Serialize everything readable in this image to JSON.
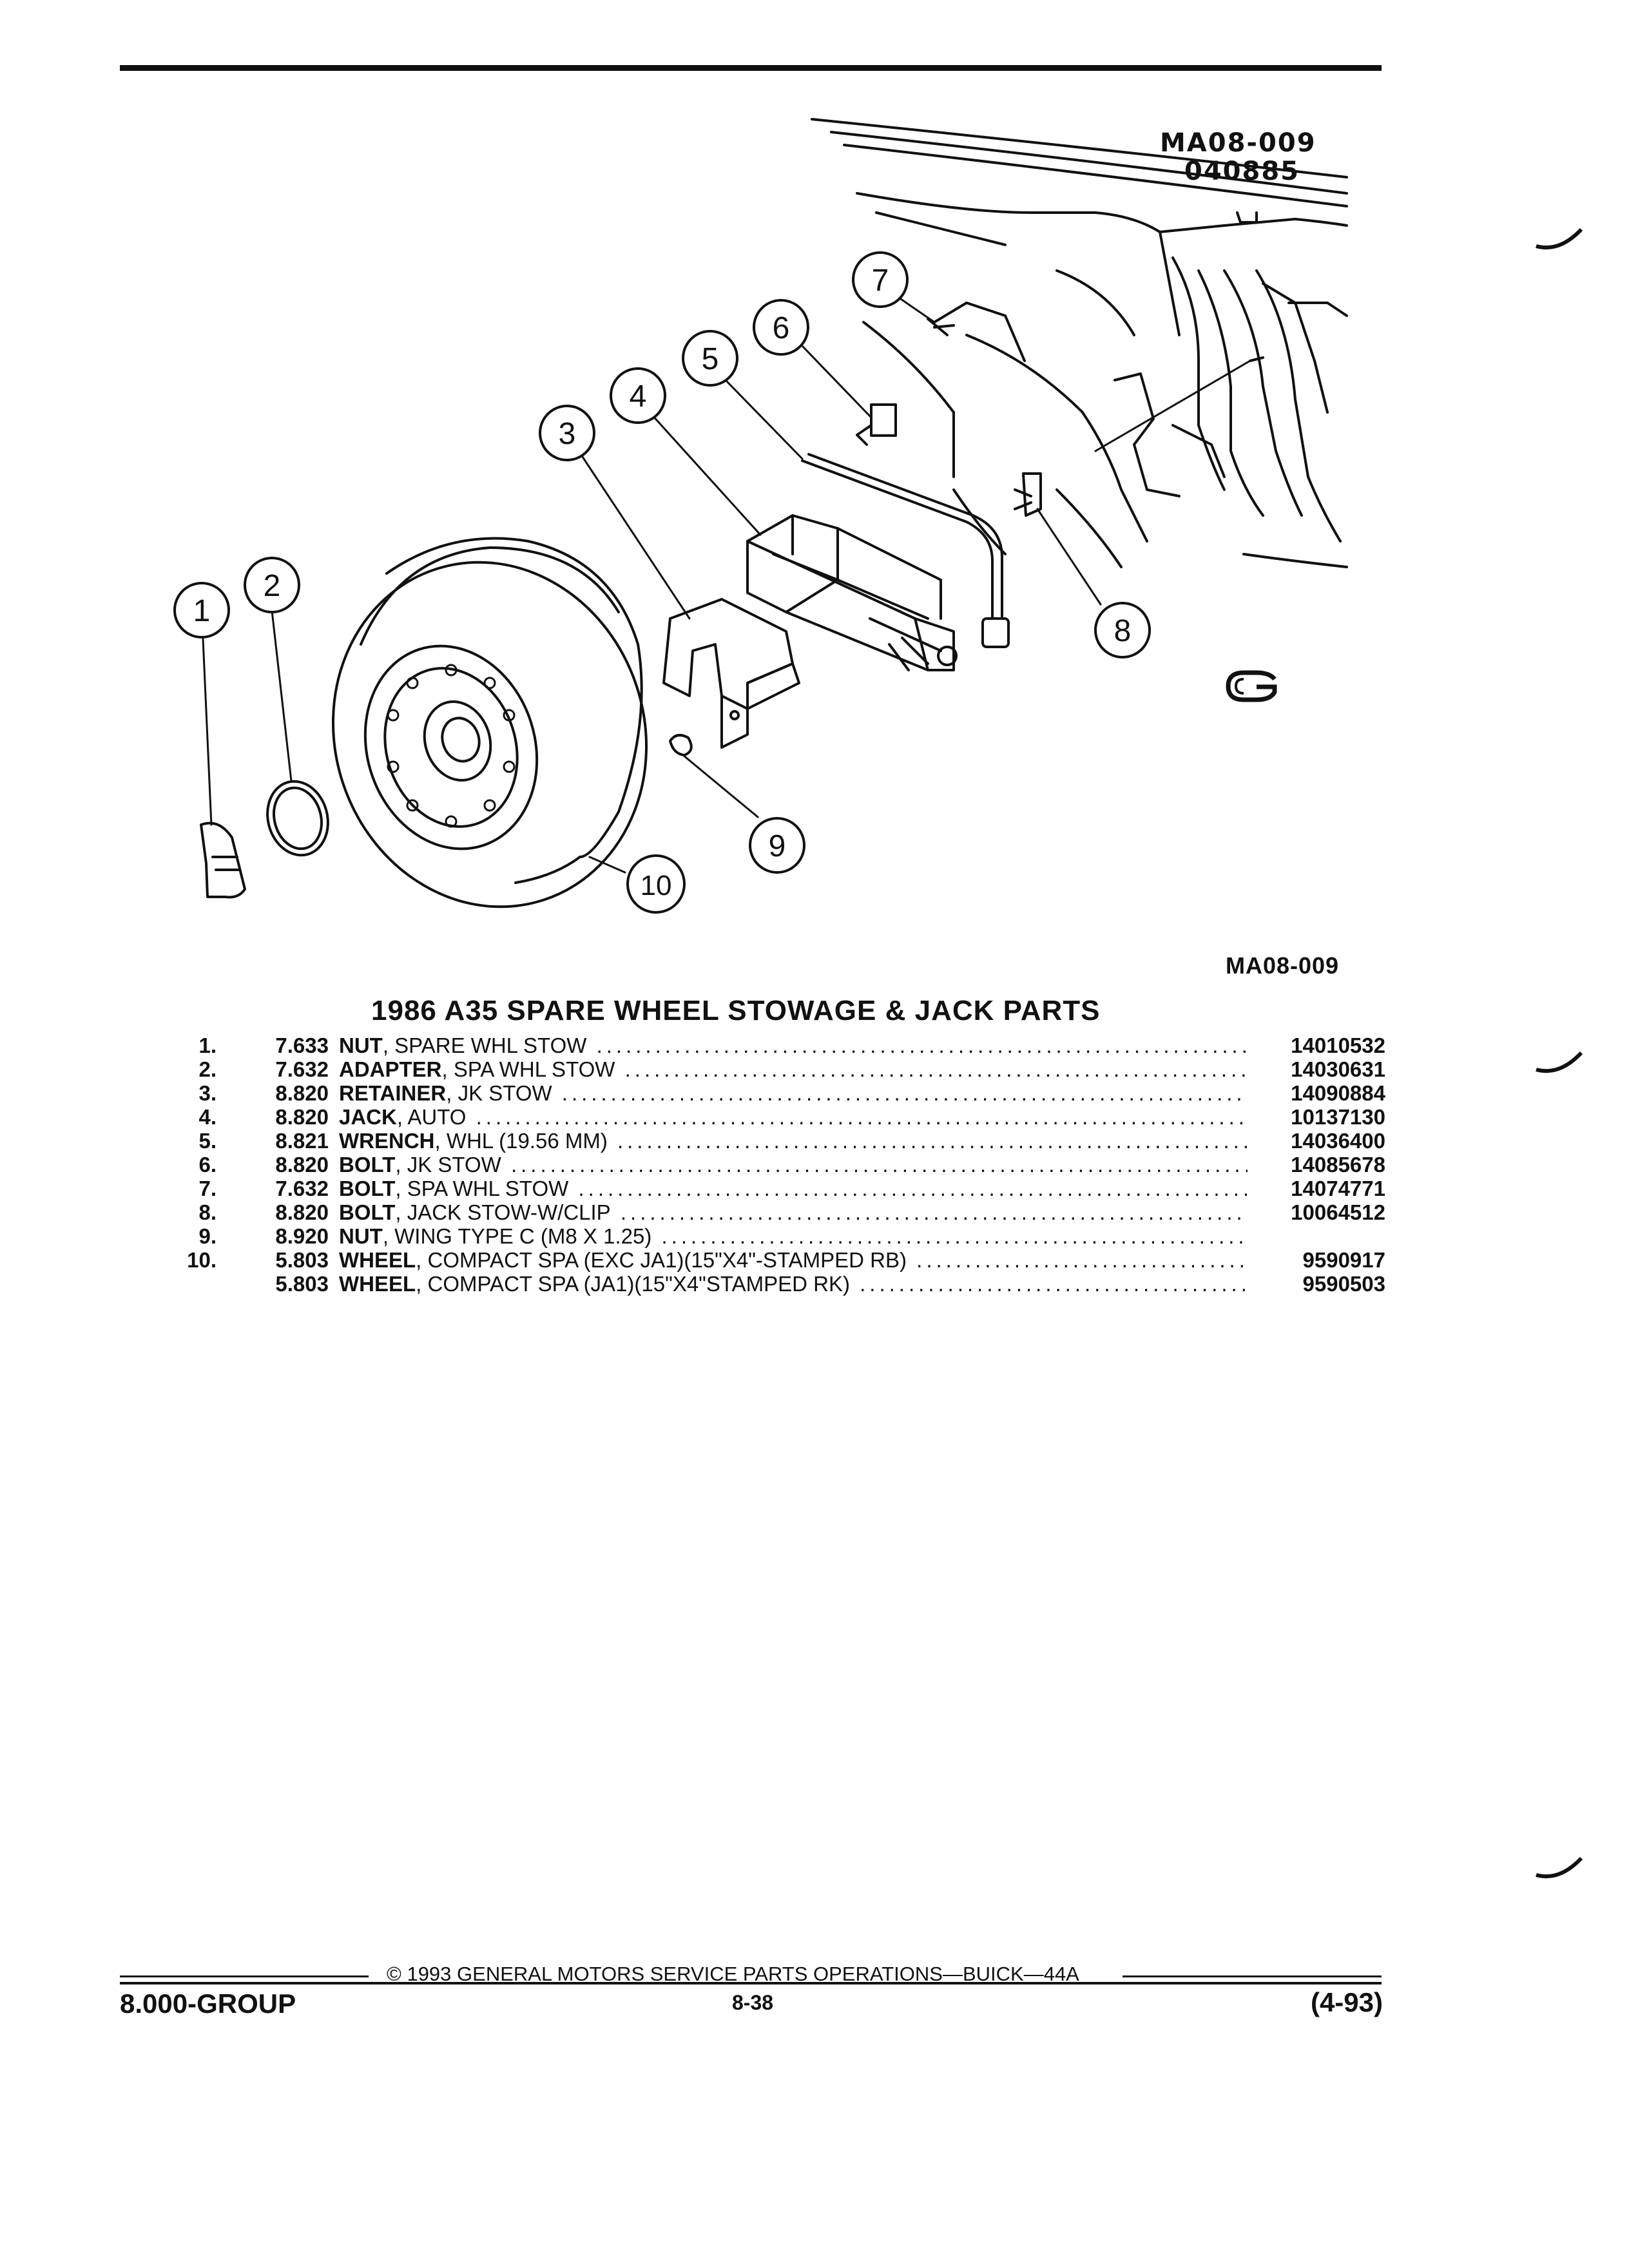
{
  "figure": {
    "ref_top_line1": "MA08-009",
    "ref_top_line2": "040885",
    "ref_bottom": "MA08-009",
    "callouts": [
      "1",
      "2",
      "3",
      "4",
      "5",
      "6",
      "7",
      "8",
      "9",
      "10"
    ]
  },
  "title": "1986 A35 SPARE WHEEL STOWAGE & JACK PARTS",
  "parts": [
    {
      "num": "1.",
      "group": "7.633",
      "name": "NUT",
      "desc": ", SPARE WHL STOW",
      "part_no": "14010532"
    },
    {
      "num": "2.",
      "group": "7.632",
      "name": "ADAPTER",
      "desc": ", SPA WHL STOW",
      "part_no": "14030631"
    },
    {
      "num": "3.",
      "group": "8.820",
      "name": "RETAINER",
      "desc": ", JK STOW",
      "part_no": "14090884"
    },
    {
      "num": "4.",
      "group": "8.820",
      "name": "JACK",
      "desc": ", AUTO",
      "part_no": "10137130"
    },
    {
      "num": "5.",
      "group": "8.821",
      "name": "WRENCH",
      "desc": ", WHL (19.56 MM)",
      "part_no": "14036400"
    },
    {
      "num": "6.",
      "group": "8.820",
      "name": "BOLT",
      "desc": ", JK STOW",
      "part_no": "14085678"
    },
    {
      "num": "7.",
      "group": "7.632",
      "name": "BOLT",
      "desc": ", SPA WHL STOW",
      "part_no": "14074771"
    },
    {
      "num": "8.",
      "group": "8.820",
      "name": "BOLT",
      "desc": ", JACK STOW-W/CLIP",
      "part_no": "10064512"
    },
    {
      "num": "9.",
      "group": "8.920",
      "name": "NUT",
      "desc": ", WING TYPE C (M8 X 1.25)",
      "part_no": ""
    },
    {
      "num": "10.",
      "group": "5.803",
      "name": "WHEEL",
      "desc": ", COMPACT SPA (EXC JA1)(15\"X4\"-STAMPED RB)",
      "part_no": "9590917"
    },
    {
      "num": "",
      "group": "5.803",
      "name": "WHEEL",
      "desc": ", COMPACT SPA (JA1)(15\"X4\"STAMPED RK)",
      "part_no": "9590503"
    }
  ],
  "footer": {
    "copyright": "© 1993 GENERAL MOTORS SERVICE PARTS OPERATIONS—BUICK—44A",
    "group": "8.000-GROUP",
    "page": "8-38",
    "date_code": "(4-93)"
  },
  "logo_icon": "gm-service-parts-logo-icon"
}
